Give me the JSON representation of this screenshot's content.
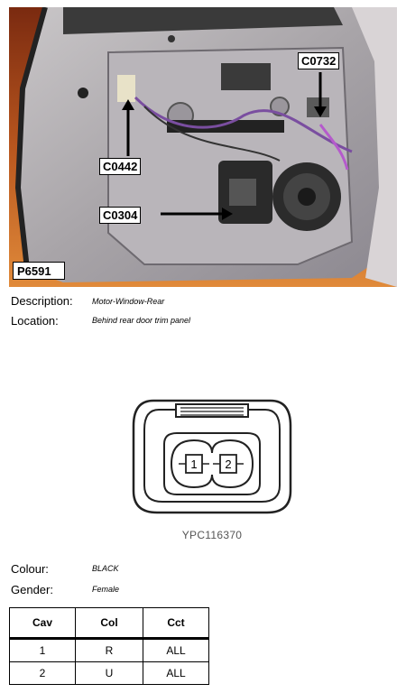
{
  "photo": {
    "callouts": [
      "C0732",
      "C0442",
      "C0304"
    ],
    "photo_id": "P6591"
  },
  "details": {
    "description_label": "Description:",
    "description_value": "Motor-Window-Rear",
    "location_label": "Location:",
    "location_value": "Behind rear door trim panel"
  },
  "connector": {
    "pin_labels": [
      "1",
      "2"
    ],
    "part_code": "YPC116370"
  },
  "attributes": {
    "colour_label": "Colour:",
    "colour_value": "BLACK",
    "gender_label": "Gender:",
    "gender_value": "Female"
  },
  "pin_table": {
    "headers": [
      "Cav",
      "Col",
      "Cct"
    ],
    "rows": [
      [
        "1",
        "R",
        "ALL"
      ],
      [
        "2",
        "U",
        "ALL"
      ]
    ]
  }
}
